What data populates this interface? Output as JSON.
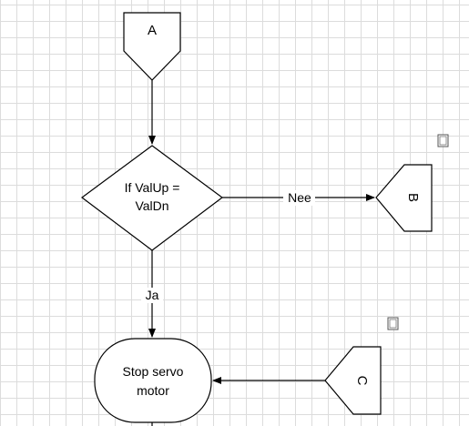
{
  "connectors": {
    "a": "A",
    "b": "B",
    "c": "C"
  },
  "decision": {
    "line1": "If ValUp =",
    "line2": "ValDn"
  },
  "edges": {
    "no_label": "Nee",
    "yes_label": "Ja"
  },
  "terminal": {
    "line1": "Stop servo",
    "line2": "motor"
  },
  "icons": [
    "note-icon",
    "note-icon"
  ]
}
